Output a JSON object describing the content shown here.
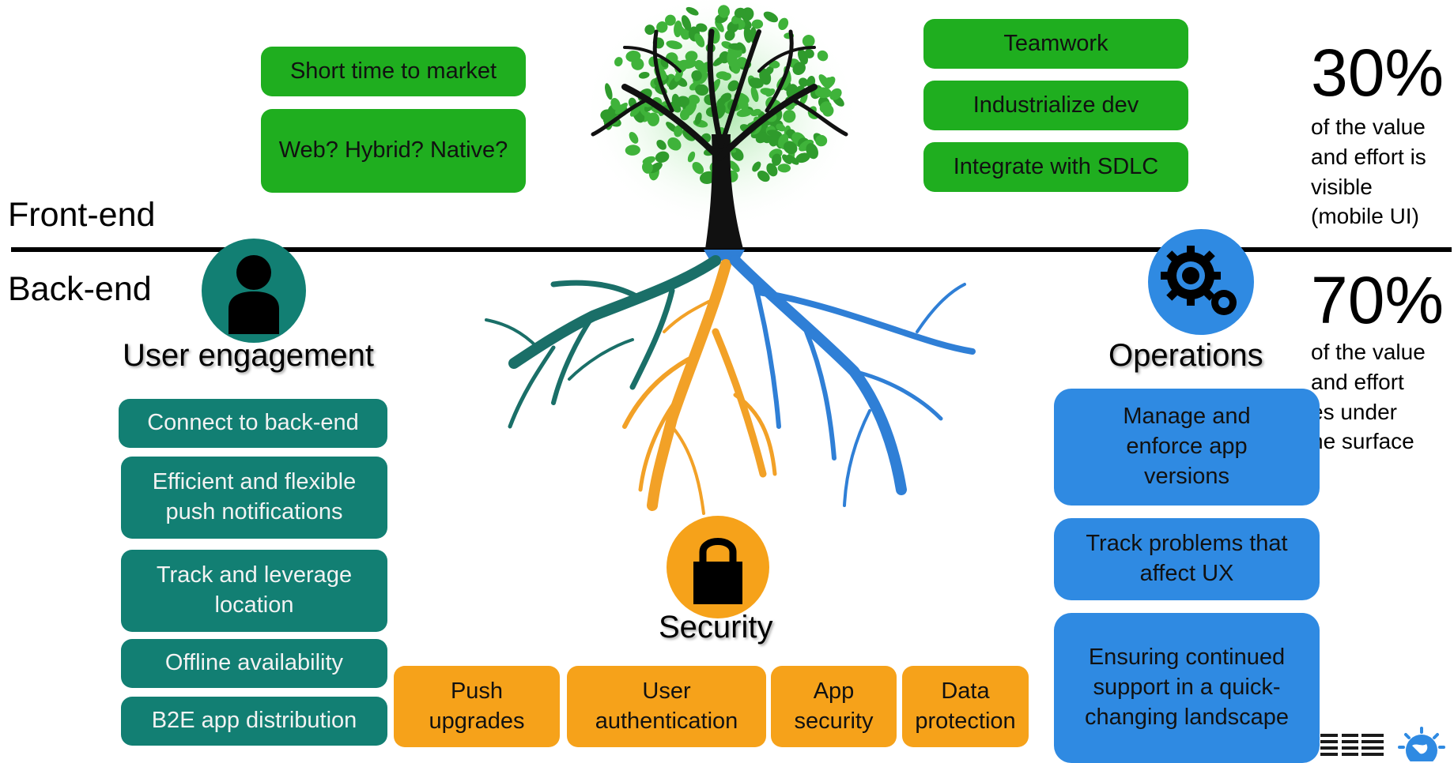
{
  "left_labels": {
    "frontend": "Front-end",
    "backend": "Back-end"
  },
  "front_left_boxes": [
    "Short time to market",
    "Web? Hybrid? Native?"
  ],
  "front_right_boxes": [
    "Teamwork",
    "Industrialize dev",
    "Integrate with SDLC"
  ],
  "stats": {
    "top_pct": "30%",
    "top_lines": [
      "of the value",
      "and effort is",
      "visible",
      "(mobile UI)"
    ],
    "bottom_pct": "70%",
    "bottom_lines": [
      "of the value",
      "and effort",
      "es under",
      "he surface"
    ]
  },
  "user_engagement": {
    "title": "User engagement",
    "items": [
      "Connect to back-end",
      "Efficient and flexible push notifications",
      "Track and leverage location",
      "Offline availability",
      "B2E app distribution"
    ]
  },
  "security": {
    "title": "Security",
    "items": [
      "Push upgrades",
      "User authentication",
      "App security",
      "Data protection"
    ]
  },
  "operations": {
    "title": "Operations",
    "items": [
      "Manage and enforce app versions",
      "Track problems that affect UX",
      "Ensuring continued support in a quick-changing landscape"
    ]
  },
  "logo_text": "IBM",
  "colors": {
    "green": "#1fae1f",
    "teal": "#127f73",
    "orange": "#f6a21a",
    "blue": "#2f8ae2",
    "tree_dark": "#111111",
    "root_teal": "#1a6f68",
    "root_orange": "#f2a127",
    "root_blue": "#2f7fd6"
  },
  "icons": {
    "user": "person-icon",
    "security": "padlock-icon",
    "operations": "gears-icon"
  }
}
